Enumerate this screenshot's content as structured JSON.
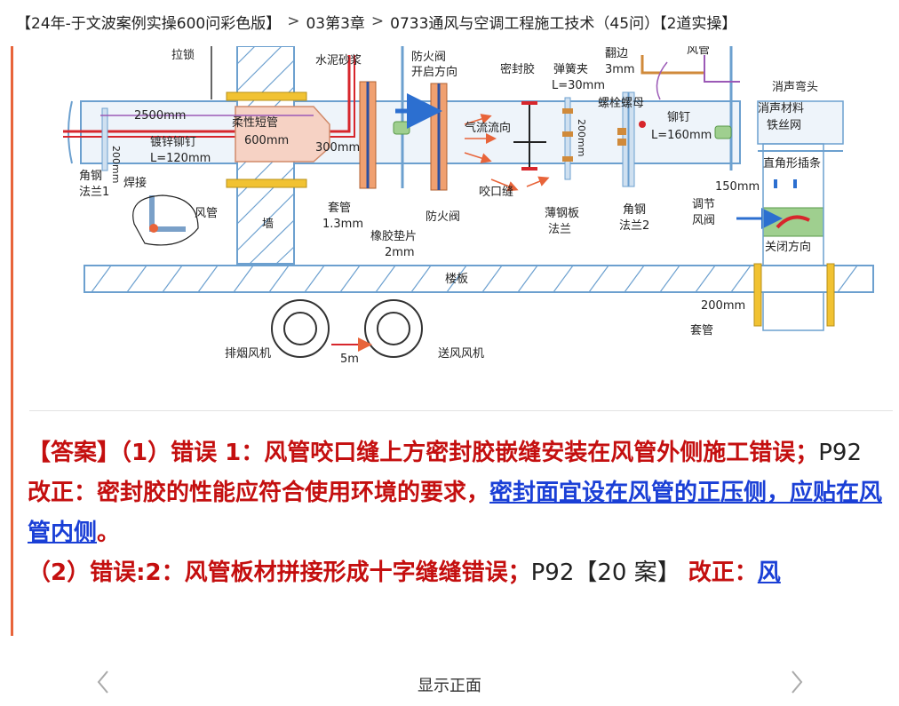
{
  "breadcrumb": {
    "book": "【24年-于文波案例实操600问彩色版】",
    "chapter": "03第3章",
    "section": "0733通风与空调工程施工技术（45问）【2道实操】",
    "sep": ">"
  },
  "diagram": {
    "labels": {
      "lock": "拉锁",
      "mortar": "水泥砂浆",
      "fire_damper_dir": "防火阀",
      "open_dir": "开启方向",
      "sealant": "密封胶",
      "spring_clip": "弹簧夹",
      "spring_len": "L=30mm",
      "fold": "翻边",
      "fold_len": "3mm",
      "duct_top": "风管",
      "silencer_elbow": "消声弯头",
      "silencer_mat": "消声材料",
      "wire_mesh": "铁丝网",
      "len_2500": "2500mm",
      "len_200v": "200mm",
      "flex_pipe": "柔性短管",
      "len_600": "600mm",
      "galv_rivet": "镀锌铆钉",
      "rivet_len": "L=120mm",
      "len_300": "300mm",
      "airflow": "气流流向",
      "len_200v2": "200mm",
      "bolt": "螺栓螺母",
      "rivet": "铆钉",
      "rivet_len2": "L=160mm",
      "angle_flange1": "角钢",
      "flange1": "法兰1",
      "weld": "焊接",
      "duct_left": "风管",
      "wall": "墙",
      "sleeve": "套管",
      "sleeve_thk": "1.3mm",
      "rubber_pad": "橡胶垫片",
      "pad_thk": "2mm",
      "fire_damper": "防火阀",
      "seam": "咬口缝",
      "thin_flange": "薄钢板",
      "thin_flange2": "法兰",
      "angle_flange2": "角钢",
      "flange2": "法兰2",
      "regulating": "调节",
      "damper": "风阀",
      "close_dir": "关闭方向",
      "len_150": "150mm",
      "right_insert": "直角形插条",
      "floor": "楼板",
      "len_200b": "200mm",
      "sleeve2": "套管",
      "smoke_fan": "排烟风机",
      "dist_5m": "5m",
      "supply_fan": "送风风机"
    }
  },
  "answer": {
    "line1": "【答案】（1）错误 1：风管咬口缝上方密封胶嵌缝安装在风管外侧施工错误；",
    "line1_page": "P92",
    "line2": "改正：密封胶的性能应符合使用环境的要求，",
    "line2_link": "密封面宜设在风管的正压侧，应贴在风管内侧",
    "line2_end": "。",
    "line3": "（2）错误:2：风管板材拼接形成十字缝缝错误；",
    "line3_page": "P92【20 案】",
    "line3_fix": "改正：",
    "line3_link": "风"
  },
  "nav": {
    "show_front": "显示正面",
    "prev_icon": "chevron-left-icon",
    "next_icon": "chevron-right-icon"
  },
  "colors": {
    "accent": "#e8643a",
    "answer_red": "#c40f0f",
    "link_blue": "#1a3fd6"
  }
}
